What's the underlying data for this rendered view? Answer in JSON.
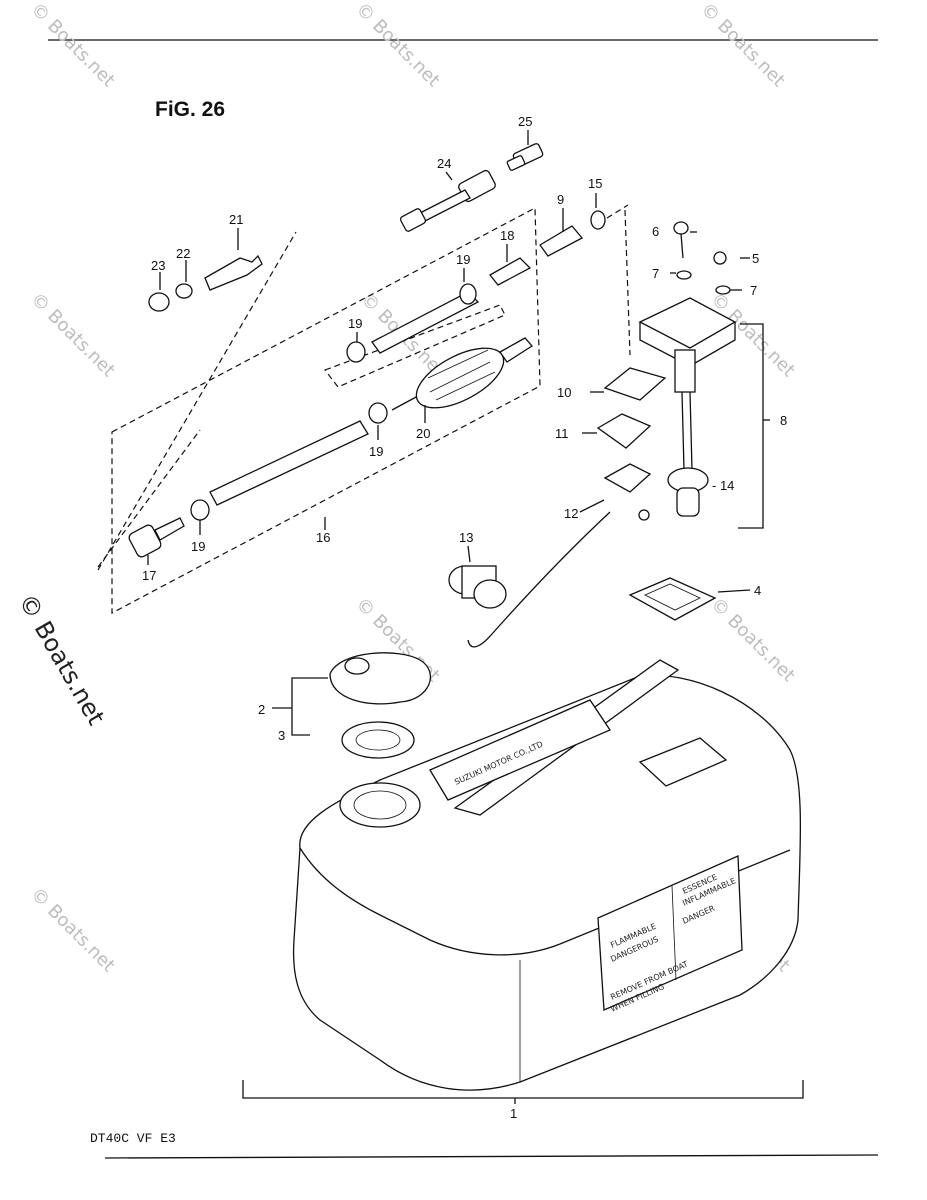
{
  "figure": {
    "title": "FiG. 26",
    "model": "DT40C  VF  E3"
  },
  "watermarks": {
    "small": "© Boats.net",
    "side": "© Boats.net"
  },
  "callouts": [
    {
      "id": "c1",
      "text": "1"
    },
    {
      "id": "c2",
      "text": "2"
    },
    {
      "id": "c3",
      "text": "3"
    },
    {
      "id": "c4",
      "text": "4"
    },
    {
      "id": "c5",
      "text": "5"
    },
    {
      "id": "c6",
      "text": "6"
    },
    {
      "id": "c7a",
      "text": "7"
    },
    {
      "id": "c7b",
      "text": "7"
    },
    {
      "id": "c8",
      "text": "8"
    },
    {
      "id": "c9",
      "text": "9"
    },
    {
      "id": "c10",
      "text": "10"
    },
    {
      "id": "c11",
      "text": "11"
    },
    {
      "id": "c12",
      "text": "12"
    },
    {
      "id": "c13",
      "text": "13"
    },
    {
      "id": "c14",
      "text": "- 14"
    },
    {
      "id": "c15",
      "text": "15"
    },
    {
      "id": "c16",
      "text": "16"
    },
    {
      "id": "c17",
      "text": "17"
    },
    {
      "id": "c18",
      "text": "18"
    },
    {
      "id": "c19a",
      "text": "19"
    },
    {
      "id": "c19b",
      "text": "19"
    },
    {
      "id": "c19c",
      "text": "19"
    },
    {
      "id": "c19d",
      "text": "19"
    },
    {
      "id": "c20",
      "text": "20"
    },
    {
      "id": "c21",
      "text": "21"
    },
    {
      "id": "c22",
      "text": "22"
    },
    {
      "id": "c23",
      "text": "23"
    },
    {
      "id": "c24",
      "text": "24"
    },
    {
      "id": "c25",
      "text": "25"
    }
  ],
  "tank_labels": {
    "left": [
      "FLAMMABLE",
      "DANGEROUS",
      "REMOVE FROM BOAT",
      "WHEN FILLING"
    ],
    "right": [
      "ESSENCE",
      "INFLAMMABLE",
      "DANGER"
    ],
    "top": [
      "SUZUKI MOTOR CO.,LTD"
    ]
  }
}
